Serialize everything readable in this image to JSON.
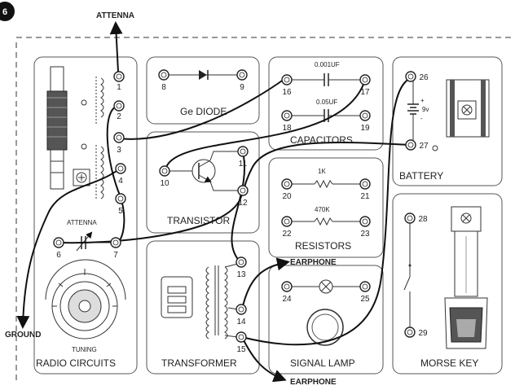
{
  "figure_marker": "6",
  "external_labels": {
    "antenna_top": "ATTENNA",
    "ground": "GROUND",
    "earphone_top": "EARPHONE",
    "earphone_bottom": "EARPHONE"
  },
  "panels": {
    "radio_circuits": {
      "title": "RADIO CIRCUITS",
      "inner_labels": {
        "antenna": "ATTENNA",
        "tuning": "TUNING"
      },
      "terminals": [
        "1",
        "2",
        "3",
        "4",
        "5",
        "6",
        "7"
      ]
    },
    "ge_diode": {
      "title": "Ge DIODE",
      "terminals": [
        "8",
        "9"
      ]
    },
    "transistor": {
      "title": "TRANSISTOR",
      "terminals": [
        "10",
        "11",
        "12"
      ]
    },
    "transformer": {
      "title": "TRANSFORMER",
      "terminals": [
        "13",
        "14",
        "15"
      ]
    },
    "capacitors": {
      "title": "CAPACITORS",
      "values": {
        "upper": "0.001UF",
        "lower": "0.05UF"
      },
      "terminals": [
        "16",
        "17",
        "18",
        "19"
      ]
    },
    "resistors": {
      "title": "RESISTORS",
      "values": {
        "upper": "1K",
        "lower": "470K"
      },
      "terminals": [
        "20",
        "21",
        "22",
        "23"
      ]
    },
    "signal_lamp": {
      "title": "SIGNAL LAMP",
      "terminals": [
        "24",
        "25"
      ]
    },
    "battery": {
      "title": "BATTERY",
      "labels": {
        "plus": "+",
        "voltage": "9v",
        "minus": "-"
      },
      "terminals": [
        "26",
        "27"
      ]
    },
    "morse_key": {
      "title": "MORSE KEY",
      "terminals": [
        "28",
        "29"
      ]
    }
  },
  "icons": {
    "arrow": "arrow-head-icon",
    "spring": "spring-terminal-icon",
    "screw": "screw-icon"
  }
}
